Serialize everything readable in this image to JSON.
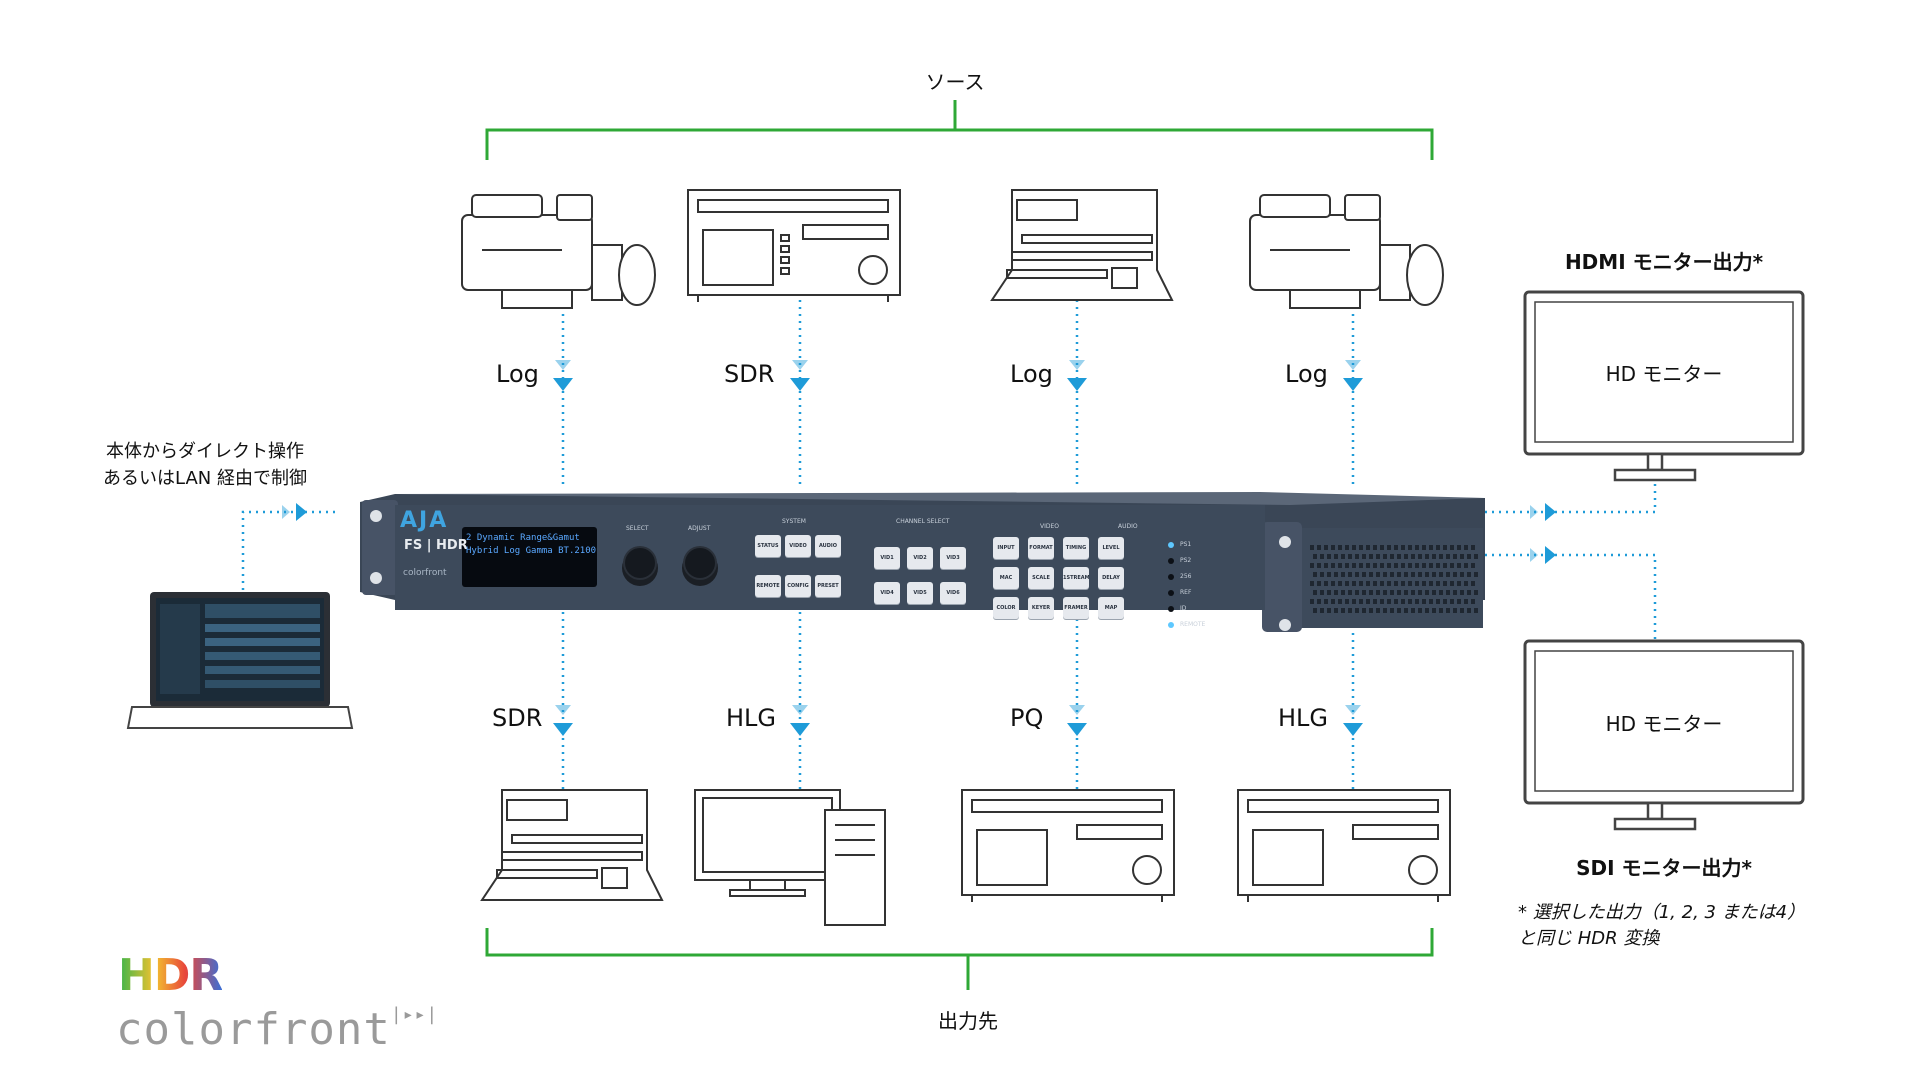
{
  "diagram": {
    "top_bracket_label": "ソース",
    "bottom_bracket_label": "出力先",
    "control_note": [
      "本体からダイレクト操作",
      "あるいはLAN 経由で制御"
    ],
    "inputs": [
      {
        "device": "camera-icon",
        "signal": "Log"
      },
      {
        "device": "deck-icon",
        "signal": "SDR"
      },
      {
        "device": "switcher-icon",
        "signal": "Log"
      },
      {
        "device": "camera-icon",
        "signal": "Log"
      }
    ],
    "outputs": [
      {
        "device": "switcher-icon",
        "signal": "SDR"
      },
      {
        "device": "workstation-icon",
        "signal": "HLG"
      },
      {
        "device": "deck-icon",
        "signal": "PQ"
      },
      {
        "device": "deck-icon",
        "signal": "HLG"
      }
    ],
    "hdmi_monitor": {
      "title": "HDMI モニター出力*",
      "screen_text": "HD モニター"
    },
    "sdi_monitor": {
      "title": "SDI モニター出力*",
      "screen_text": "HD モニター"
    },
    "footnote": [
      "* 選択した出力（1, 2, 3 または4）",
      "と同じ HDR 変換"
    ]
  },
  "unit": {
    "brand": "AJA",
    "model": "FS | HDR",
    "sub_brand": "colorfront",
    "display_line1": "2  Dynamic Range&Gamut",
    "display_line2": "Hybrid Log Gamma BT.2100",
    "knob_labels": [
      "SELECT",
      "ADJUST"
    ],
    "section_labels": [
      "SYSTEM",
      "CHANNEL SELECT",
      "VIDEO",
      "AUDIO"
    ],
    "system_buttons": [
      "STATUS",
      "VIDEO",
      "AUDIO",
      "REMOTE",
      "CONFIG",
      "PRESET"
    ],
    "channel_buttons": [
      "VID1",
      "VID2",
      "VID3",
      "VID4",
      "VID5",
      "VID6"
    ],
    "video_buttons": [
      "INPUT",
      "FORMAT",
      "TIMING",
      "LEVEL",
      "MAC",
      "SCALE",
      "1STREAM",
      "DELAY",
      "COLOR",
      "KEYER",
      "FRAMER",
      "MAP"
    ],
    "leds": [
      "PS1",
      "PS2",
      "256",
      "REF",
      "ID",
      "REMOTE"
    ]
  },
  "logo": {
    "hdr": "HDR",
    "colorfront": "colorfront"
  },
  "colors": {
    "bracket": "#2fa836",
    "arrow": "#1e9bd8",
    "chassis": "#3d4a5b",
    "display_text": "#5aa8ff"
  }
}
